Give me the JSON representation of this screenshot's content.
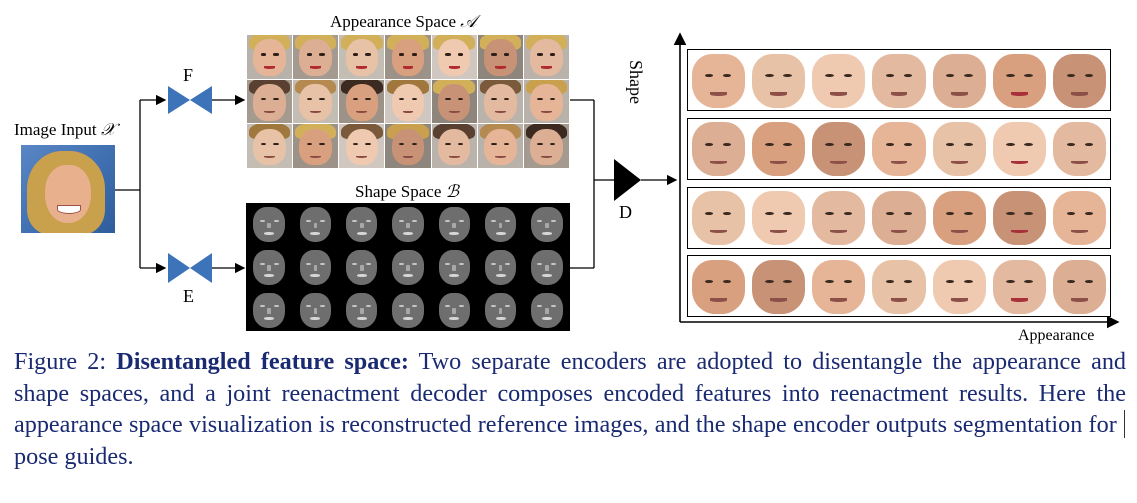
{
  "figure": {
    "appearance_space_label": "Appearance Space",
    "appearance_space_symbol": "𝒜",
    "shape_space_label": "Shape Space",
    "shape_space_symbol": "ℬ",
    "image_input_label": "Image Input",
    "image_input_symbol": "𝒳",
    "encoder_f_label": "F",
    "encoder_e_label": "E",
    "decoder_label": "D",
    "axis_y_label": "Shape",
    "axis_x_label": "Appearance",
    "appearance_grid": {
      "rows": 3,
      "cols": 7
    },
    "shape_grid": {
      "rows": 3,
      "cols": 7
    },
    "result_grid": {
      "rows": 4,
      "cols": 7
    }
  },
  "caption": {
    "prefix": "Figure 2:",
    "bold": "Disentangled feature space:",
    "text_before_cursor": " Two separate encoders are adopted to disentangle the appearance and shape spaces, and a joint reenactment decoder composes encoded features into reenactment results. Here the appearance space visualization is reconstructed reference images, and the shape encoder outputs segmentation for ",
    "text_after_cursor": "pose guides."
  }
}
